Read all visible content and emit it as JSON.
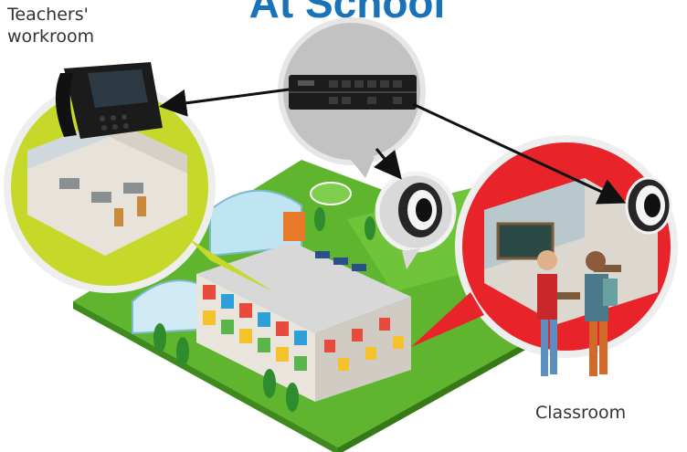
{
  "title": "At School",
  "labels": {
    "teachers_line1": "Teachers'",
    "teachers_line2": "workroom",
    "classroom": "Classroom"
  },
  "colors": {
    "title": "#1a73b8",
    "workroom_bubble": "#c6d82a",
    "classroom_bubble": "#e8242a",
    "pbx_bubble": "#c2c2c2",
    "speaker_bubble": "#d9d9d9",
    "grass": "#5fb52e"
  },
  "icons": [
    "ip-phone-icon",
    "pbx-unit-icon",
    "speaker-icon",
    "speaker-icon"
  ]
}
